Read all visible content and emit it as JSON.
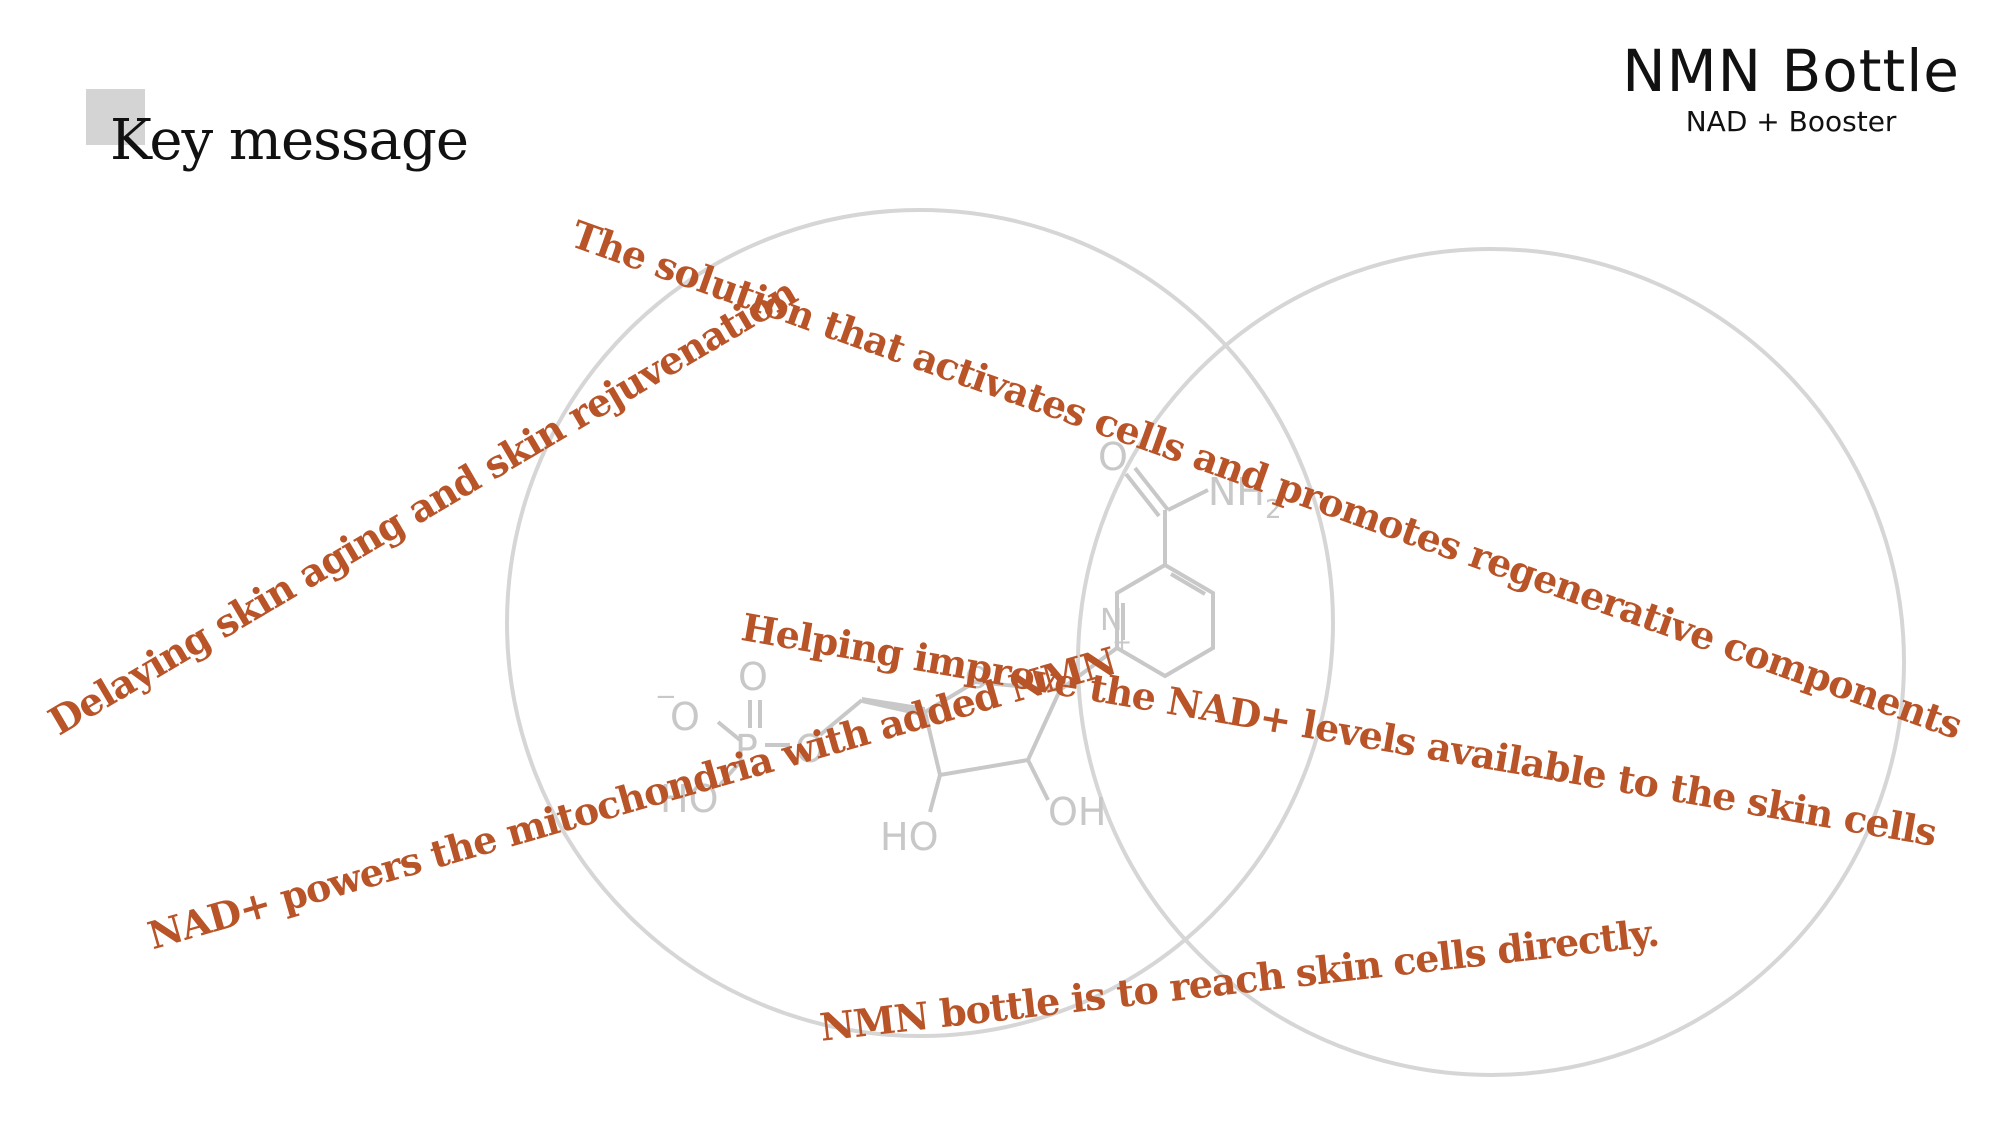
{
  "slide": {
    "title": "Key message",
    "brand_name": "NMN Bottle",
    "brand_sub": "NAD + Booster"
  },
  "messages": [
    "The solution that activates cells and promotes regenerative components",
    "Delaying skin aging and skin rejuvenation",
    "Helping improve the NAD+ levels available to the skin cells",
    "NAD+ powers the mitochondria with added NMN",
    "NMN bottle is to reach skin cells directly."
  ],
  "molecule_labels": {
    "carbonyl_o": "O",
    "amide": "NH",
    "amide_sub": "2",
    "n_plus": "N",
    "plus": "+",
    "phosphate_o_top": "O",
    "phosphate_o_neg": "O",
    "neg_sign": "−",
    "phosphorus": "P",
    "phosphate_o_right": "O",
    "phosphate_ho": "HO",
    "ring_o": "O",
    "sugar_ho": "HO",
    "sugar_oh": "OH"
  },
  "colors": {
    "accent": "#b85427",
    "circle": "#d6d6d6",
    "molecule": "#c8c8c8",
    "text": "#111111"
  }
}
